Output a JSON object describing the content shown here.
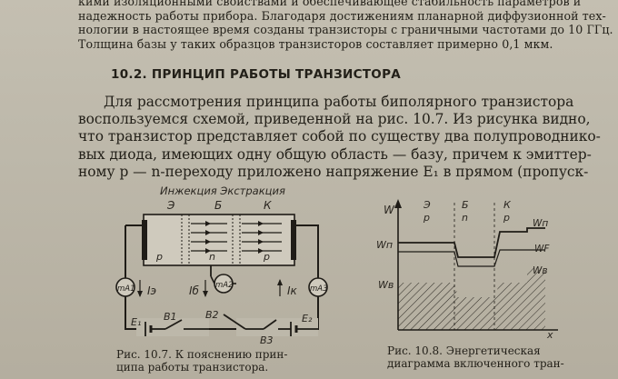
{
  "top_text": [
    "кими изоляционными свойствами и обеспечивающее стабильность параметров и",
    "надежность работы прибора. Благодаря достижениям планарной диффузионной тех-",
    "нологии в настоящее время созданы транзисторы с граничными частотами до 10 ГГц.",
    "Толщина базы у таких образцов транзисторов составляет примерно 0,1 мкм."
  ],
  "section_heading": "10.2. ПРИНЦИП РАБОТЫ ТРАНЗИСТОРА",
  "body_text": [
    "Для рассмотрения принципа работы биполярного транзистора",
    "воспользуемся схемой, приведенной на рис. 10.7. Из рисунка видно,",
    "что транзистор представляет собой по существу два полупроводнико-",
    "вых диода, имеющих одну общую область — базу, причем к эмиттер-",
    "ному p — n-переходу приложено напряжение E₁ в прямом (пропуск-"
  ],
  "figure_107": {
    "header": "Инжекция Экстракция",
    "region_letters": [
      "Э",
      "Б",
      "К"
    ],
    "region_types": [
      "p",
      "n",
      "p"
    ],
    "meters": [
      "mA1",
      "mA2",
      "mA3"
    ],
    "currents": [
      "Iэ",
      "Iб",
      "Iк"
    ],
    "sources": [
      "E₁",
      "E₂"
    ],
    "switches": [
      "B1",
      "B2",
      "B3"
    ]
  },
  "figure_108": {
    "y_axis": "W",
    "x_axis": "x",
    "region_letters": [
      "Э",
      "Б",
      "К"
    ],
    "region_types": [
      "p",
      "n",
      "p"
    ],
    "left_levels": [
      "Wп",
      "Wв"
    ],
    "right_levels": [
      "Wп",
      "WF",
      "Wв"
    ]
  },
  "caption_107": [
    "Рис. 10.7. К пояснению прин-",
    "ципа работы транзистора."
  ],
  "caption_108": [
    "Рис. 10.8. Энергетическая",
    "диаграмма включенного тран-"
  ]
}
